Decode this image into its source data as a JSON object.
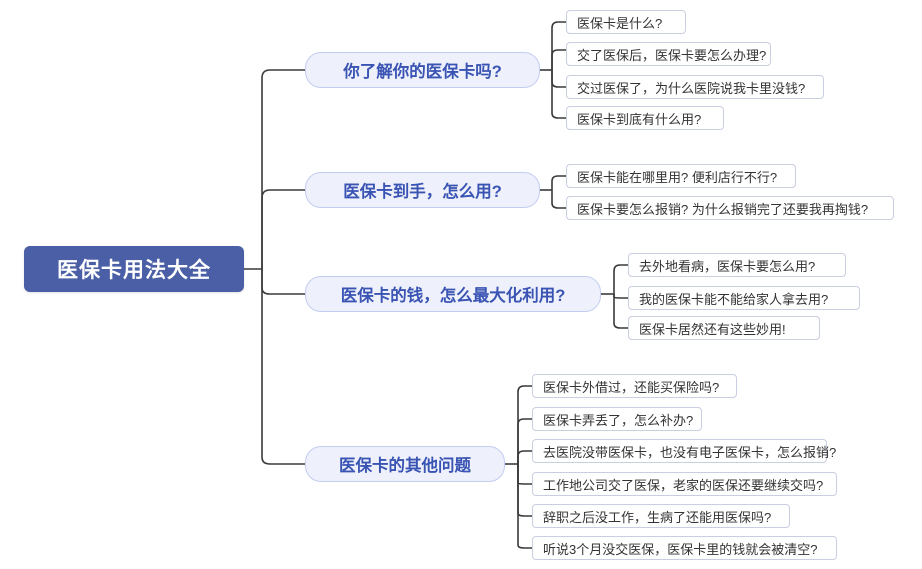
{
  "diagram": {
    "type": "mindmap",
    "colors": {
      "root_bg": "#4a5fa5",
      "root_text": "#ffffff",
      "branch_bg": "#eef1fb",
      "branch_text": "#3a54b4",
      "branch_border": "#c3cdf0",
      "leaf_bg": "#ffffff",
      "leaf_text": "#333333",
      "leaf_border": "#c9cfe0",
      "line": "#3a3a3a"
    },
    "root": {
      "label": "医保卡用法大全"
    },
    "branches": [
      {
        "label": "你了解你的医保卡吗?",
        "leaves": [
          "医保卡是什么?",
          "交了医保后，医保卡要怎么办理?",
          "交过医保了，为什么医院说我卡里没钱?",
          "医保卡到底有什么用?"
        ]
      },
      {
        "label": "医保卡到手，怎么用?",
        "leaves": [
          "医保卡能在哪里用? 便利店行不行?",
          "医保卡要怎么报销? 为什么报销完了还要我再掏钱?"
        ]
      },
      {
        "label": "医保卡的钱，怎么最大化利用?",
        "leaves": [
          "去外地看病，医保卡要怎么用?",
          "我的医保卡能不能给家人拿去用?",
          "医保卡居然还有这些妙用!"
        ]
      },
      {
        "label": "医保卡的其他问题",
        "leaves": [
          "医保卡外借过，还能买保险吗?",
          "医保卡弄丢了，怎么补办?",
          "去医院没带医保卡，也没有电子医保卡，怎么报销?",
          "工作地公司交了医保，老家的医保还要继续交吗?",
          "辞职之后没工作，生病了还能用医保吗?",
          "听说3个月没交医保，医保卡里的钱就会被清空?"
        ]
      }
    ]
  }
}
